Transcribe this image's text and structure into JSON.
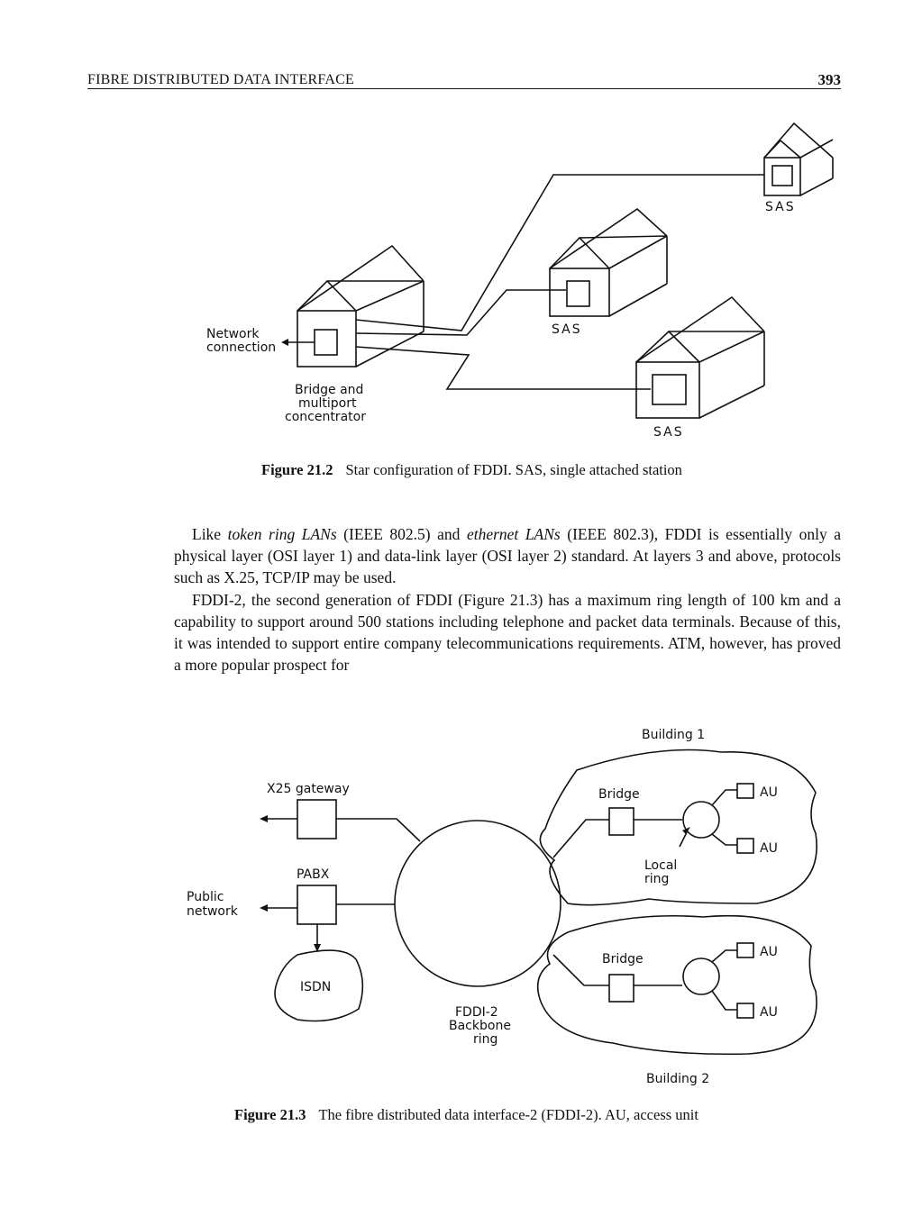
{
  "header": {
    "running_head": "FIBRE DISTRIBUTED DATA INTERFACE",
    "page_number": "393"
  },
  "figure1": {
    "labels": {
      "sas_top": "SAS",
      "sas_middle": "SAS",
      "sas_bottom": "SAS",
      "network_line1": "Network",
      "network_line2": "connection",
      "bridge_line1": "Bridge and",
      "bridge_line2": "multiport",
      "bridge_line3": "concentrator"
    },
    "caption_number": "Figure 21.2",
    "caption_text": "Star configuration of FDDI. SAS, single attached station"
  },
  "body": {
    "p1": [
      {
        "t": "Like "
      },
      {
        "t": "token ring LANs",
        "i": true
      },
      {
        "t": " (IEEE 802.5) and "
      },
      {
        "t": "ethernet LANs",
        "i": true
      },
      {
        "t": " (IEEE 802.3), FDDI is essentially only a physical layer (OSI layer 1) and data-link layer (OSI layer 2) standard. At layers 3 and above, protocols such as X.25, TCP/IP may be used."
      }
    ],
    "p2": "FDDI-2, the second generation of FDDI (Figure 21.3) has a maximum ring length of 100 km and a capability to support around 500 stations including telephone and packet data terminals. Because of this, it was intended to support entire company telecommunications requirements. ATM, however, has proved a more popular prospect for"
  },
  "figure2": {
    "labels": {
      "building1": "Building 1",
      "building2": "Building 2",
      "x25": "X25 gateway",
      "pabx": "PABX",
      "public1": "Public",
      "public2": "network",
      "isdn": "ISDN",
      "bridge1": "Bridge",
      "bridge2": "Bridge",
      "local1": "Local",
      "local2": "ring",
      "au1": "AU",
      "au2": "AU",
      "au3": "AU",
      "au4": "AU",
      "backbone1": "FDDI-2",
      "backbone2": "Backbone",
      "backbone3": "ring"
    },
    "caption_number": "Figure 21.3",
    "caption_text": "The fibre distributed data interface-2 (FDDI-2). AU, access unit"
  }
}
